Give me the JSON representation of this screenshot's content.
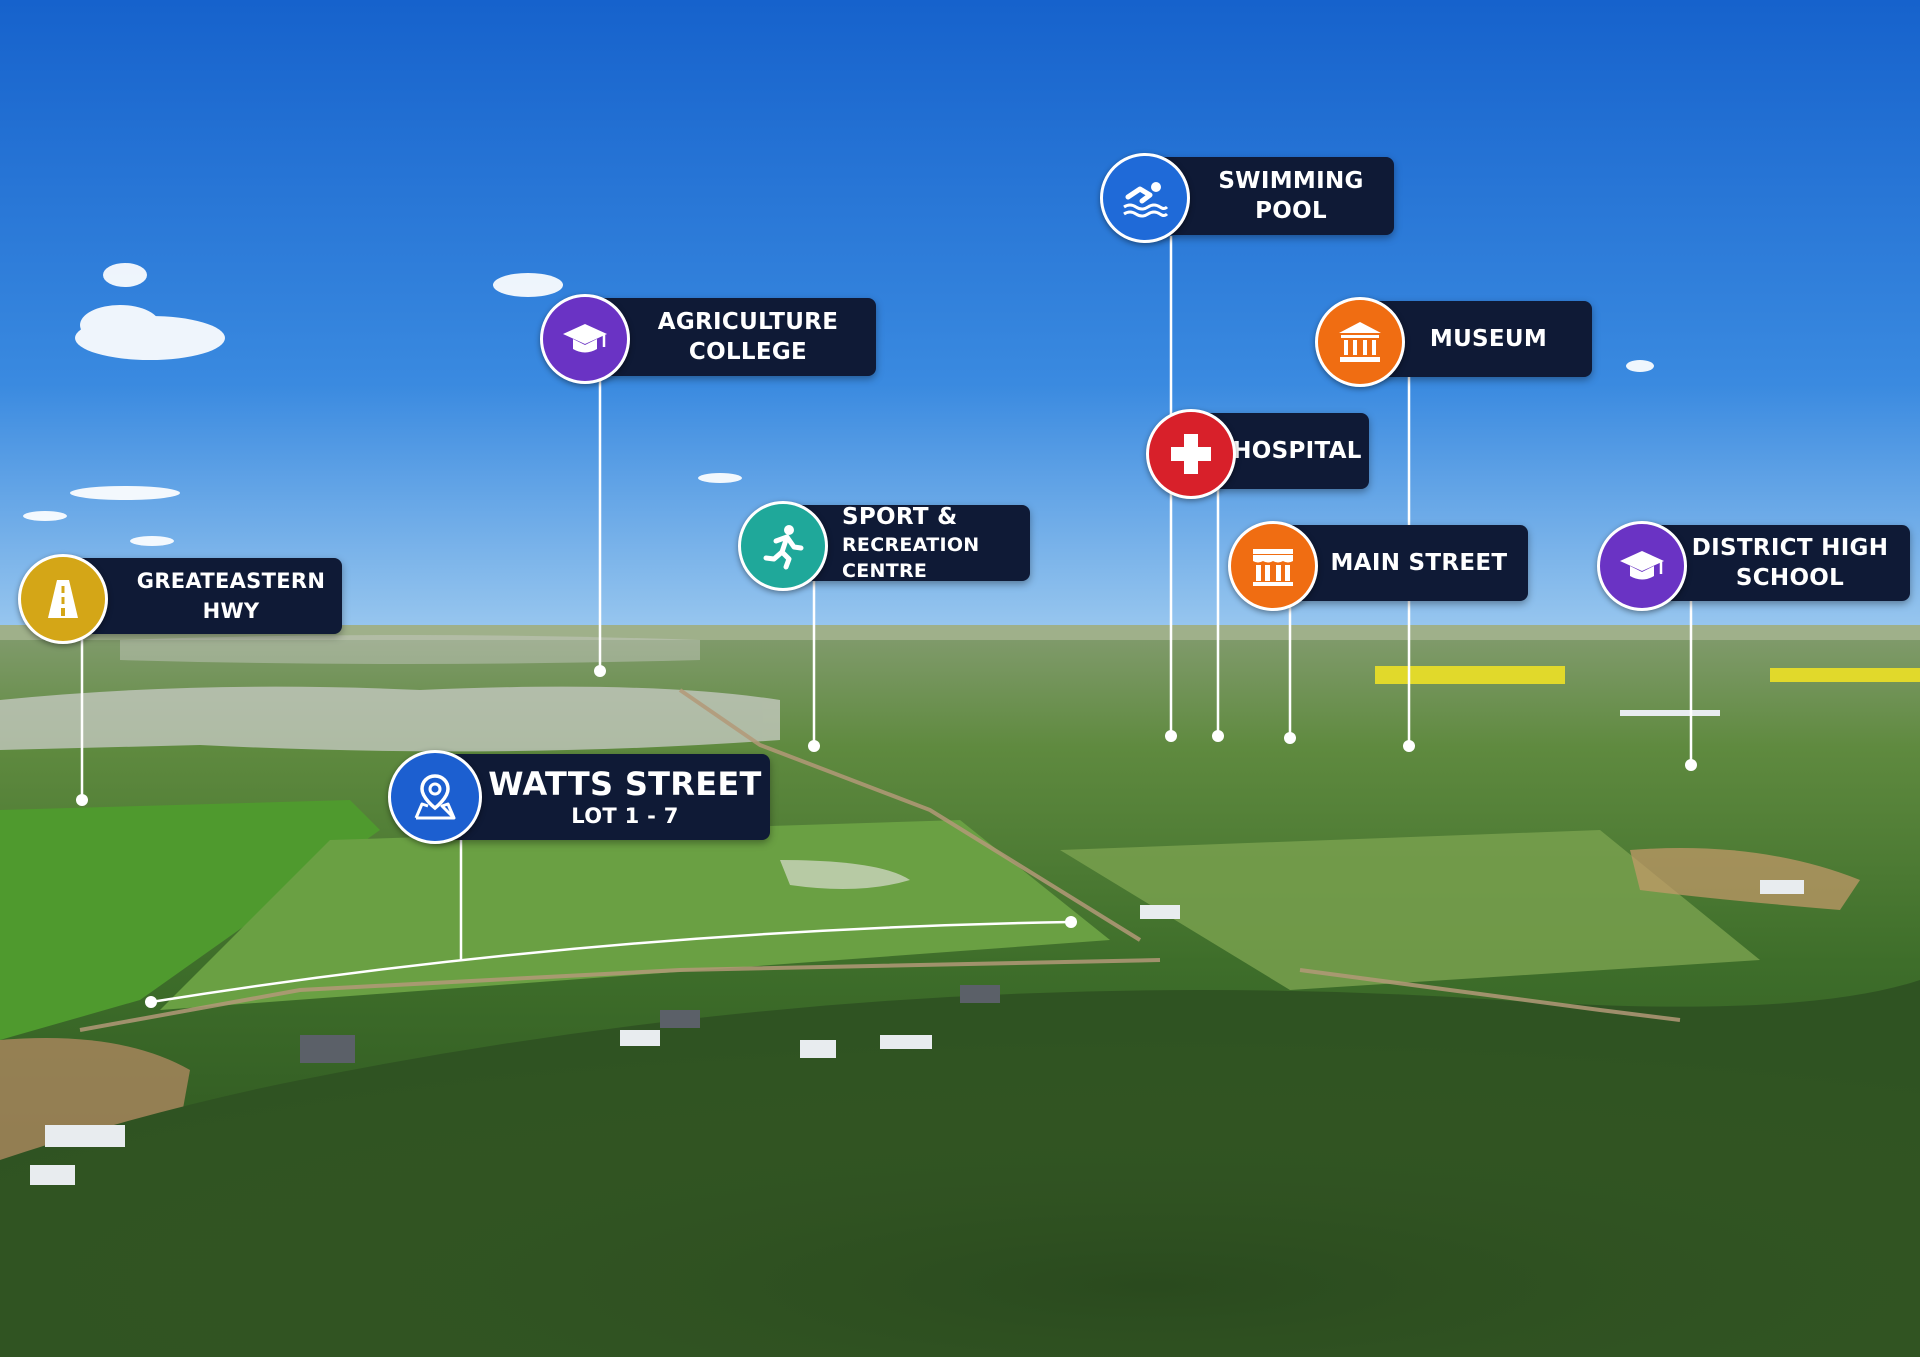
{
  "colors": {
    "sky_top": "#1b6fd4",
    "sky_bottom": "#7cb7ea",
    "label_bg": "#0f1a36",
    "road_badge": "#d4a617",
    "college_badge": "#6a33c4",
    "sport_badge": "#1fa89a",
    "pool_badge": "#1f6ad8",
    "hospital_badge": "#d8202a",
    "museum_badge": "#f06d12",
    "main_street_badge": "#f06d12",
    "school_badge": "#6a33c4",
    "watts_badge": "#1c5fd0"
  },
  "markers": {
    "highway": {
      "line1": "GREATEASTERN HWY",
      "icon": "road-icon"
    },
    "college": {
      "line1": "AGRICULTURE",
      "line2": "COLLEGE",
      "icon": "graduation-cap-icon"
    },
    "sport": {
      "line1": "SPORT &",
      "line2": "RECREATION CENTRE",
      "icon": "running-person-icon"
    },
    "pool": {
      "line1": "SWIMMING POOL",
      "icon": "swimmer-icon"
    },
    "museum": {
      "line1": "MUSEUM",
      "icon": "museum-building-icon"
    },
    "hospital": {
      "line1": "HOSPITAL",
      "icon": "medical-cross-icon"
    },
    "main_street": {
      "line1": "MAIN STREET",
      "icon": "storefront-icon"
    },
    "school": {
      "line1": "DISTRICT HIGH",
      "line2": "SCHOOL",
      "icon": "graduation-cap-icon"
    },
    "watts": {
      "line1": "WATTS STREET",
      "line2": "LOT 1 - 7",
      "icon": "map-pin-icon"
    }
  }
}
